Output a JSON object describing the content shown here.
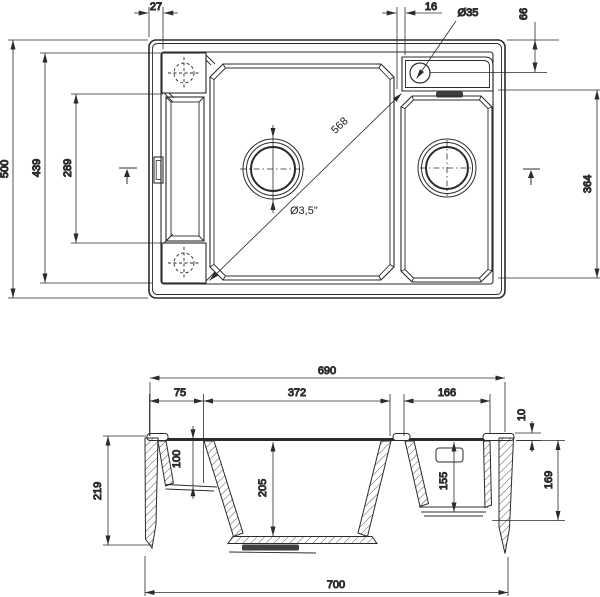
{
  "drawing_title": "sink-technical-drawing",
  "dims": {
    "top": {
      "d27": "27",
      "d16": "16",
      "d35": "Ø35",
      "d66": "66",
      "d500": "500",
      "d439": "439",
      "d289": "289",
      "d568": "568",
      "d35in": "Ø3,5\"",
      "d364": "364"
    },
    "section": {
      "d690": "690",
      "d75": "75",
      "d372": "372",
      "d166": "166",
      "d10": "10",
      "d100": "100",
      "d205": "205",
      "d155": "155",
      "d169": "169",
      "d219": "219",
      "d700": "700"
    }
  },
  "colors": {
    "line": "#2b2b2b",
    "dark_fill": "#3f3f3f",
    "background": "#ffffff"
  }
}
